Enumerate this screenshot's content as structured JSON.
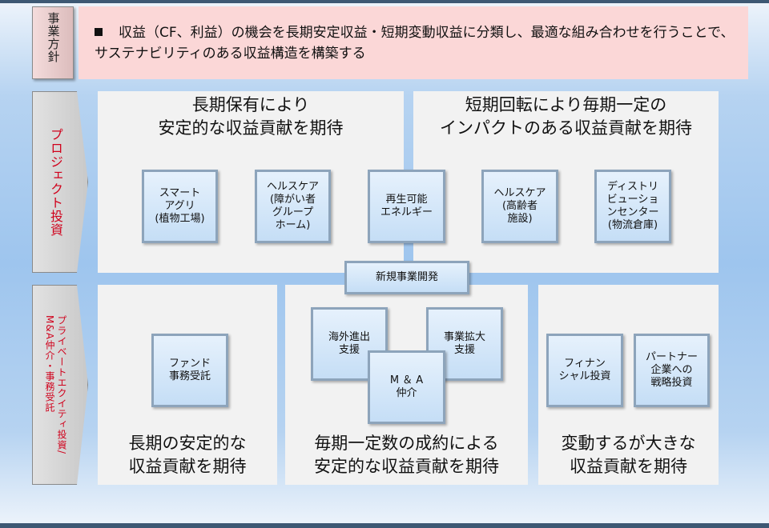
{
  "policy": {
    "label": "事業方針",
    "text": "収益（CF、利益）の機会を長期安定収益・短期変動収益に分類し、最適な組み合わせを行うことで、サステナビリティのある収益構造を構築する"
  },
  "project": {
    "label": "プロジェクト投資",
    "long_term_text": "長期保有により\n安定的な収益貢献を期待",
    "short_term_text": "短期回転により毎期一定の\nインパクトのある収益貢献を期待",
    "items": [
      "スマート\nアグリ\n(植物工場)",
      "ヘルスケア\n(障がい者\nグループ\nホーム)",
      "再生可能\nエネルギー",
      "ヘルスケア\n(高齢者\n施設)",
      "ディストリ\nビューショ\nンセンター\n(物流倉庫)"
    ]
  },
  "new_business": "新規事業開発",
  "pe": {
    "label": "プライベートエクイティ投資/\nM&A仲介・事務受託",
    "left": {
      "items": [
        "ファンド\n事務受託"
      ],
      "text": "長期の安定的な\n収益貢献を期待"
    },
    "middle": {
      "items": [
        "海外進出\n支援",
        "事業拡大\n支援",
        "M ＆ A\n仲介"
      ],
      "text": "毎期一定数の成約による\n安定的な収益貢献を期待"
    },
    "right": {
      "items": [
        "フィナン\nシャル投資",
        "パートナー\n企業への\n戦略投資"
      ],
      "text": "変動するが大きな\n収益貢献を期待"
    }
  },
  "colors": {
    "policy_bg": "#fbd7d7",
    "accent_red": "#d0001b",
    "box_border": "#8da4bb"
  }
}
